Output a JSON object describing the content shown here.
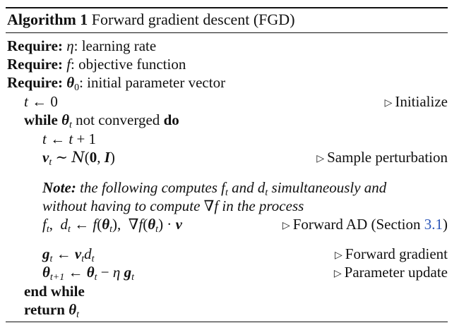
{
  "algorithm": {
    "label": "Algorithm 1",
    "title": "Forward gradient descent (FGD)",
    "require_keyword": "Require:",
    "requires": [
      {
        "symbol": "η",
        "desc": ": learning rate"
      },
      {
        "symbol": "f",
        "desc": ": objective function"
      },
      {
        "symbol": "θ",
        "sub": "0",
        "desc": ": initial parameter vector"
      }
    ],
    "init_comment": "Initialize",
    "while_keyword": "while",
    "while_text": "not converged",
    "do_keyword": "do",
    "sample_comment": "Sample perturbation",
    "note_label": "Note:",
    "note_line1_a": "the following computes",
    "note_line1_b": "and",
    "note_line1_c": "simultaneously and",
    "note_line2_a": "without having to compute",
    "note_line2_b": "in the process",
    "forward_ad_comment": "Forward AD (Section",
    "forward_ad_ref": "3.1",
    "forward_ad_close": ")",
    "grad_comment": "Forward gradient",
    "update_comment": "Parameter update",
    "end_while": "end while",
    "return_keyword": "return"
  }
}
